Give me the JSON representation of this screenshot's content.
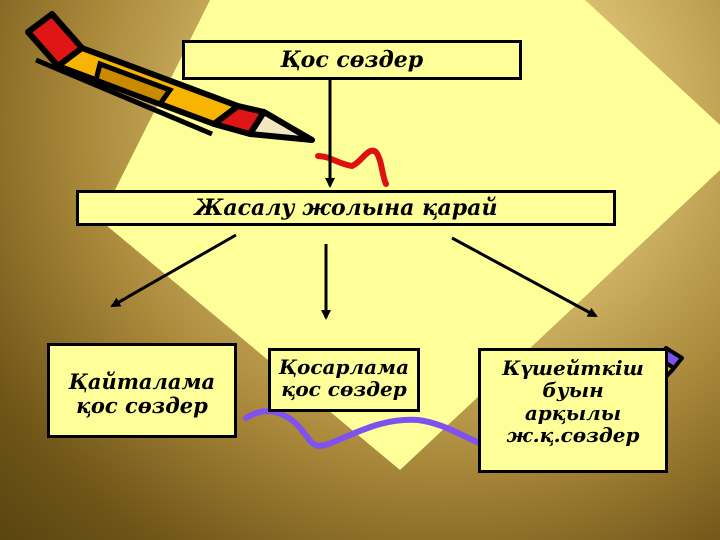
{
  "diagram": {
    "root": "Қос сөздер",
    "branch": "Жасалу жолына  қарай",
    "leaves": [
      {
        "lines": [
          "Қайталама",
          "қос сөздер"
        ]
      },
      {
        "lines": [
          "Қосарлама",
          "қос сөздер"
        ]
      },
      {
        "lines": [
          "Күшейткіш",
          "буын",
          "арқылы",
          "ж.қ.сөздер"
        ]
      }
    ]
  },
  "colors": {
    "box_fill": "#ffff99",
    "diamond": "#ffff99",
    "squiggle": "#7f52f0",
    "accent_red": "#e01010",
    "pencil_body": "#f7b400"
  },
  "icons": [
    "pencil-icon",
    "small-pencil-icon"
  ]
}
